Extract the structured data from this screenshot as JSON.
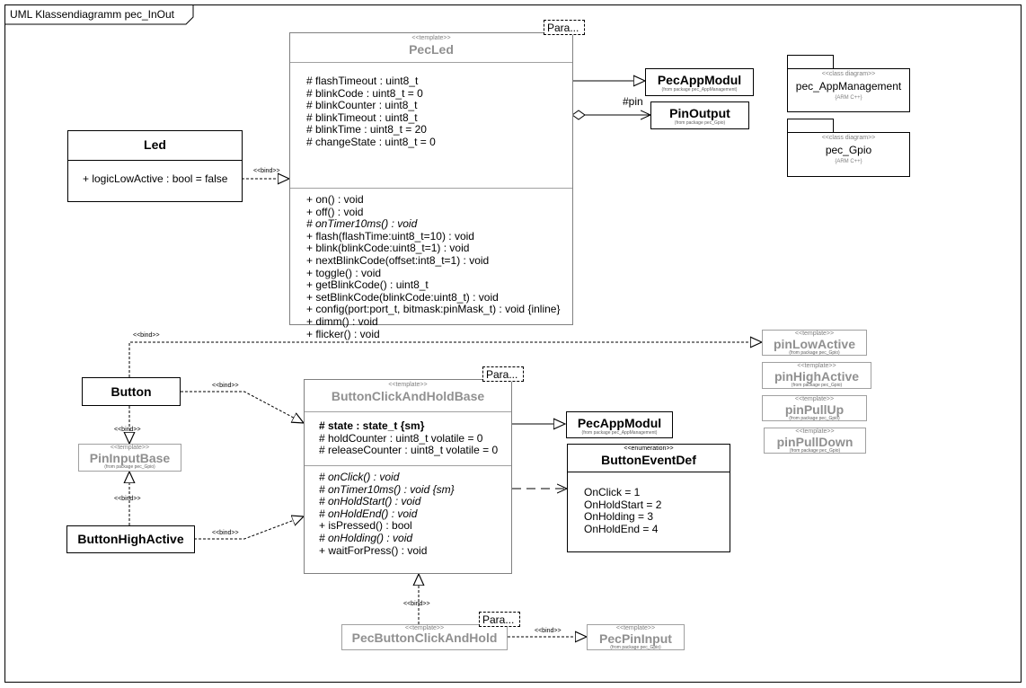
{
  "frame": {
    "title": "UML Klassendiagramm pec_InOut"
  },
  "labels": {
    "bind": "<<bind>>",
    "template": "<<template>>",
    "enumeration": "<<enumeration>>",
    "class_diagram": "<<class diagram>>",
    "pin": "#pin",
    "para": "Para..."
  },
  "pecled": {
    "name": "PecLed",
    "attributes": [
      "# flashTimeout : uint8_t",
      "# blinkCode : uint8_t = 0",
      "# blinkCounter : uint8_t",
      "# blinkTimeout : uint8_t",
      "# blinkTime : uint8_t = 20",
      "# changeState : uint8_t = 0"
    ],
    "operations": [
      "+ on() : void",
      "+ off() : void",
      "# onTimer10ms() : void",
      "+ flash(flashTime:uint8_t=10) : void",
      "+ blink(blinkCode:uint8_t=1) : void",
      "+ nextBlinkCode(offset:int8_t=1) : void",
      "+ toggle() : void",
      "+ getBlinkCode() : uint8_t",
      "+ setBlinkCode(blinkCode:uint8_t) : void",
      "+ config(port:port_t, bitmask:pinMask_t) : void {inline}",
      "+ dimm() : void",
      "+ flicker() : void"
    ]
  },
  "led": {
    "name": "Led",
    "attributes": [
      "+ logicLowActive : bool = false"
    ]
  },
  "pecappmodul": {
    "name": "PecAppModul",
    "from": "(from package pec_AppManagement)"
  },
  "pinoutput": {
    "name": "PinOutput",
    "from": "(from package pec_Gpio)"
  },
  "packages": [
    {
      "stereotype": "<<class diagram>>",
      "name": "pec_AppManagement",
      "lang": "{ARM C++}"
    },
    {
      "stereotype": "<<class diagram>>",
      "name": "pec_Gpio",
      "lang": "{ARM C++}"
    }
  ],
  "pins": [
    {
      "name": "pinLowActive",
      "from": "(from package pec_Gpio)"
    },
    {
      "name": "pinHighActive",
      "from": "(from package pec_Gpio)"
    },
    {
      "name": "pinPullUp",
      "from": "(from package pec_Gpio)"
    },
    {
      "name": "pinPullDown",
      "from": "(from package pec_Gpio)"
    }
  ],
  "button": {
    "name": "Button"
  },
  "buttonhighactive": {
    "name": "ButtonHighActive"
  },
  "pininputbase": {
    "name": "PinInputBase",
    "from": "(from package pec_Gpio)"
  },
  "bcahb": {
    "name": "ButtonClickAndHoldBase",
    "attributes": [
      "# state : state_t {sm}",
      "# holdCounter : uint8_t volatile = 0",
      "# releaseCounter : uint8_t volatile = 0"
    ],
    "operations": [
      "# onClick() : void",
      "# onTimer10ms() : void {sm}",
      "# onHoldStart() : void",
      "# onHoldEnd() : void",
      "+ isPressed() : bool",
      "# onHolding() : void",
      "+ waitForPress() : void"
    ]
  },
  "buttoneventdef": {
    "name": "ButtonEventDef",
    "literals": [
      "OnClick = 1",
      "OnHoldStart = 2",
      "OnHolding = 3",
      "OnHoldEnd = 4"
    ]
  },
  "pecbuttoncah": {
    "name": "PecButtonClickAndHold"
  },
  "pecpininput": {
    "name": "PecPinInput",
    "from": "(from package pec_Gpio)"
  }
}
